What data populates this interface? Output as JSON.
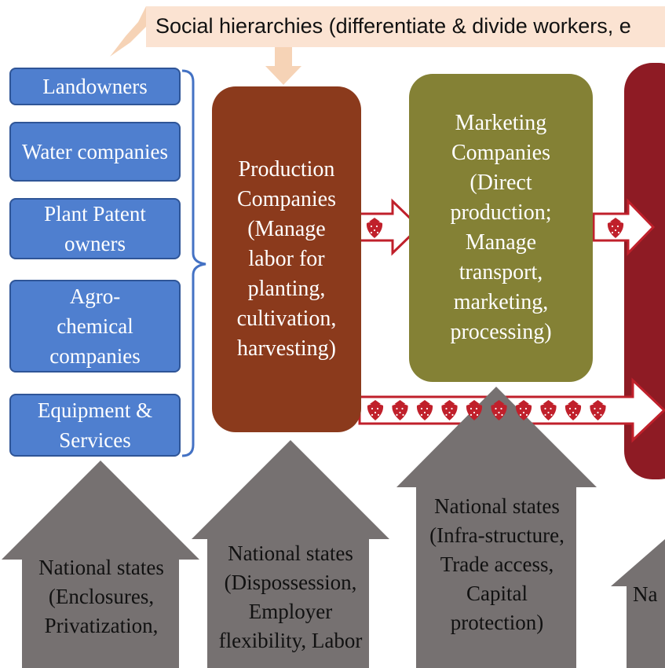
{
  "banner": {
    "text": "Social hierarchies (differentiate & divide workers, e"
  },
  "inputs": [
    {
      "label": "Landowners"
    },
    {
      "label": "Water companies"
    },
    {
      "label": "Plant Patent owners"
    },
    {
      "label": "Agro-chemical companies"
    },
    {
      "label": "Equipment & Services"
    }
  ],
  "production": {
    "label": "Production Companies (Manage labor for planting, cultivation, harvesting)"
  },
  "marketing": {
    "label": "Marketing Companies (Direct production; Manage transport, marketing, processing)"
  },
  "states": [
    {
      "label": "National states (Enclosures, Privatization,"
    },
    {
      "label": "National states (Dispossession, Employer flexibility, Labor"
    },
    {
      "label": "National states (Infra-structure, Trade access, Capital protection)"
    },
    {
      "label": "Na"
    }
  ],
  "colors": {
    "banner": "#fbe3d2",
    "banner_arrow": "#f6d3b6",
    "input_box": "#4f7fcf",
    "production": "#8b3a1c",
    "marketing": "#848135",
    "retail": "#8e1b24",
    "state_arrow": "#767171",
    "flow_arrow": "#c0202b"
  },
  "icons": {
    "flow_item": "strawberry-icon"
  }
}
